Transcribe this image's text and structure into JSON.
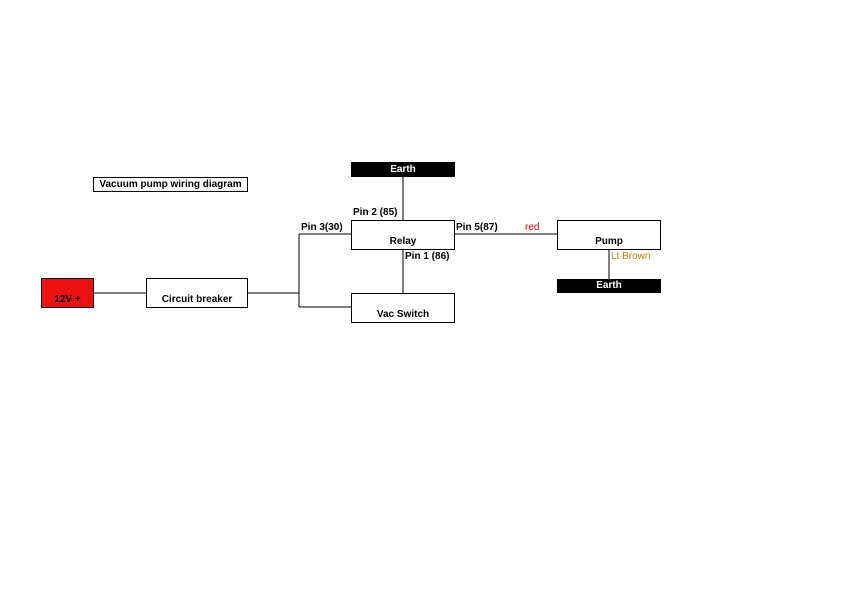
{
  "diagram": {
    "title": "Vacuum pump wiring diagram",
    "components": {
      "earth_top": "Earth",
      "relay": "Relay",
      "pump": "Pump",
      "earth_pump": "Earth",
      "power": "12V +",
      "breaker": "Circuit breaker",
      "vac_switch": "Vac Switch"
    },
    "pins": {
      "pin2": "Pin 2 (85)",
      "pin3": "Pin 3(30)",
      "pin5": "Pin 5(87)",
      "pin1": "Pin 1 (86)"
    },
    "wires": {
      "red": {
        "label": "red",
        "color": "#e00000"
      },
      "lt_brown": {
        "label": "Lt Brown",
        "color": "#d4770c"
      }
    },
    "colors": {
      "power_fill": "#ee1111",
      "earth_fill": "#000000"
    }
  }
}
